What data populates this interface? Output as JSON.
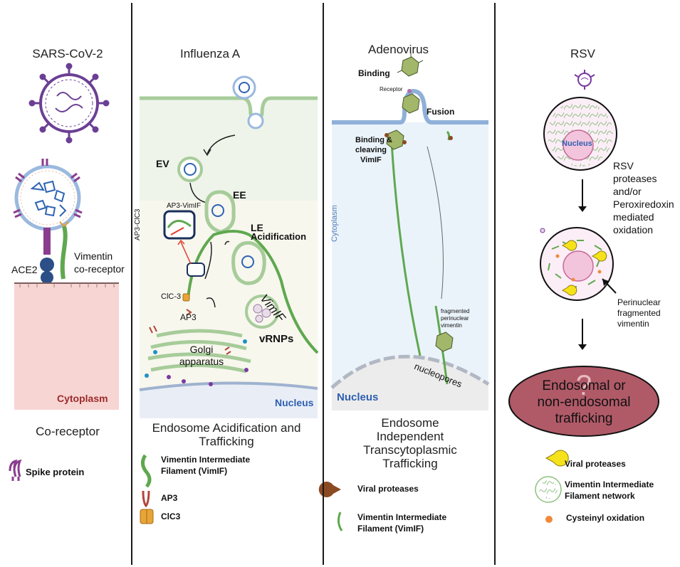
{
  "panels": {
    "sars": {
      "title": "SARS-CoV-2",
      "ace2": "ACE2",
      "vimentin_coreceptor": [
        "Vimentin",
        "co-receptor"
      ],
      "cytoplasm": "Cytoplasm",
      "caption": "Co-receptor",
      "legend": {
        "spike": "Spike protein"
      }
    },
    "influenza": {
      "title": "Influenza A",
      "ev": "EV",
      "ee": "EE",
      "le": "LE",
      "acidification": "Acidification",
      "ap3_vimif": "AP3-VimIF",
      "ap3_clc3": "AP3-ClC3",
      "clc3": "ClC-3",
      "ap3": "AP3",
      "vimif": "VimIF",
      "vrnps": "vRNPs",
      "golgi": [
        "Golgi",
        "apparatus"
      ],
      "nucleus": "Nucleus",
      "caption": [
        "Endosome Acidification and",
        "Trafficking"
      ],
      "legend": {
        "vimif": [
          "Vimentin Intermediate",
          "Filament (VimIF)"
        ],
        "ap3": "AP3",
        "clc3": "ClC3"
      }
    },
    "adeno": {
      "title": "Adenovirus",
      "binding": "Binding",
      "receptor": "Receptor",
      "fusion": "Fusion",
      "binding_cleaving": [
        "Binding &",
        "cleaving",
        "VimIF"
      ],
      "cytoplasm": "Cytoplasm",
      "fragmented": [
        "fragmented",
        "perinuclear",
        "vimentin"
      ],
      "nucleopores": "nucleopores",
      "nucleus": "Nucleus",
      "caption": [
        "Endosome",
        "Independent",
        "Transcytoplasmic",
        "Trafficking"
      ],
      "legend": {
        "proteases": "Viral proteases",
        "vimif": [
          "Vimentin Intermediate",
          "Filament (VimIF)"
        ]
      }
    },
    "rsv": {
      "title": "RSV",
      "nucleus": "Nucleus",
      "step": [
        "RSV",
        "proteases",
        "and/or",
        "Peroxiredoxin",
        "mediated",
        "oxidation"
      ],
      "perinuclear": [
        "Perinuclear",
        "fragmented",
        "vimentin"
      ],
      "question_mark": "?",
      "ellipse_text": [
        "Endosomal or",
        "non-endosomal",
        "trafficking"
      ],
      "legend": {
        "proteases": "Viral proteases",
        "network": [
          "Vimentin Intermediate",
          "Filament network"
        ],
        "cysteinyl": "Cysteinyl oxidation"
      }
    }
  },
  "colors": {
    "vimentin_green": "#5fa84f",
    "membrane_green": "#8cc07e",
    "cytoplasm_pink": "#f7d5d3",
    "cytoplasm_label": "#9b2b2b",
    "nucleus_blue": "#2f5fb0",
    "ellipse_fill": "#b05a68",
    "protease_yellow": "#f6e21a",
    "protease_brown": "#8b4a22",
    "spike_purple": "#8a3d8e"
  }
}
